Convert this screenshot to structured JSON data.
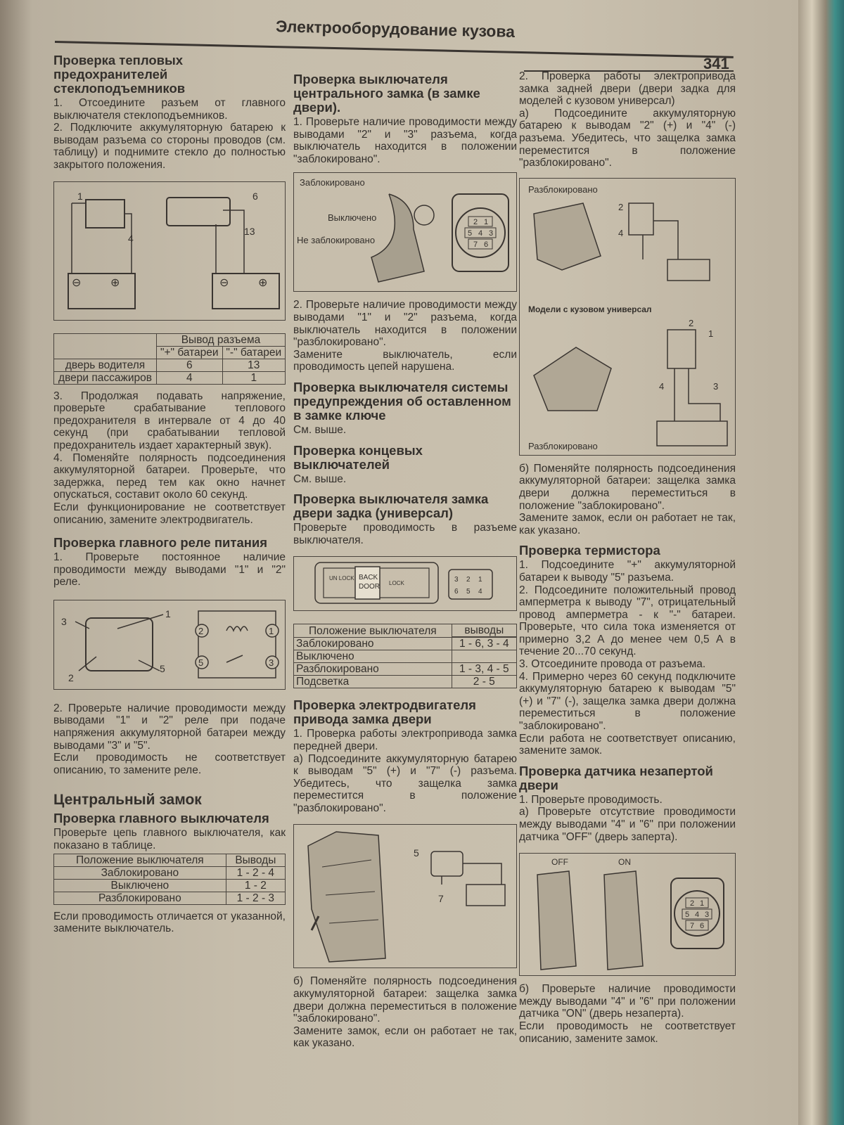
{
  "header": {
    "title": "Электрооборудование кузова",
    "page": "341"
  },
  "col1": {
    "h1": "Проверка тепловых предохранителей стеклоподъемников",
    "p1": "1. Отсоедините разъем от главного выключателя стеклоподъемников.",
    "p2": "2. Подключите аккумуляторную батарею к выводам разъема со стороны проводов (см. таблицу) и поднимите стекло до полностью закрытого положения.",
    "fig1": {
      "l1": "1",
      "l4": "4",
      "l6": "6",
      "l13": "13",
      "minus": "⊖",
      "plus": "⊕"
    },
    "table1": {
      "head": "Вывод разъема",
      "plus": "\"+\" батареи",
      "minus": "\"-\" батареи",
      "rows": [
        [
          "дверь водителя",
          "6",
          "13"
        ],
        [
          "двери пассажиров",
          "4",
          "1"
        ]
      ]
    },
    "p3": "3. Продолжая подавать напряжение, проверьте срабатывание теплового предохранителя в интервале от 4 до 40 секунд (при срабатывании тепловой предохранитель издает характерный звук).",
    "p4": "4. Поменяйте полярность подсоединения аккумуляторной батареи. Проверьте, что задержка, перед тем как окно начнет опускаться, составит около 60 секунд.",
    "p5": "Если функционирование не соответствует описанию, замените электродвигатель.",
    "h2": "Проверка главного реле питания",
    "p6": "1. Проверьте постоянное наличие проводимости между выводами \"1\" и \"2\" реле.",
    "fig2": {
      "a": "1",
      "b": "2",
      "c": "3",
      "d": "5"
    },
    "p7": "2. Проверьте наличие проводимости между выводами \"1\" и \"2\" реле при подаче напряжения аккумуляторной батареи между выводами \"3\" и \"5\".",
    "p8": "Если проводимость не соответствует описанию, то замените реле.",
    "section": "Центральный замок",
    "h3": "Проверка главного выключателя",
    "p9": "Проверьте цепь главного выключателя, как показано в таблице.",
    "table2": {
      "h1": "Положение выключателя",
      "h2": "Выводы",
      "rows": [
        [
          "Заблокировано",
          "1 - 2 - 4"
        ],
        [
          "Выключено",
          "1 - 2"
        ],
        [
          "Разблокировано",
          "1 - 2 - 3"
        ]
      ]
    },
    "p10": "Если проводимость отличается от указанной, замените выключатель."
  },
  "col2": {
    "h1": "Проверка выключателя центрального замка (в замке двери).",
    "p1": "1. Проверьте наличие проводимости между выводами \"2\" и \"3\" разъема, когда выключатель находится в положении \"заблокировано\".",
    "fig1": {
      "locked": "Заблокировано",
      "off": "Выключено",
      "unlocked": "Не заблокировано",
      "pins": [
        "2",
        "1",
        "5",
        "4",
        "3",
        "7",
        "6"
      ]
    },
    "p2": "2. Проверьте наличие проводимости между выводами \"1\" и \"2\" разъема, когда выключатель находится в положении \"разблокировано\".",
    "p3": "Замените выключатель, если проводимость цепей нарушена.",
    "h2": "Проверка выключателя системы предупреждения об оставленном в замке ключе",
    "p4": "См. выше.",
    "h3": "Проверка концевых выключателей",
    "p5": "См. выше.",
    "h4": "Проверка выключателя замка двери задка (универсал)",
    "p6": "Проверьте проводимость в разъеме выключателя.",
    "fig2": {
      "unlock": "UN LOCK",
      "back": "BACK",
      "door": "DOOR",
      "lock": "LOCK",
      "pins": [
        "3",
        "2",
        "1",
        "6",
        "5",
        "4"
      ]
    },
    "table": {
      "h1": "Положение выключателя",
      "h2": "выводы",
      "rows": [
        [
          "Заблокировано",
          "1 - 6, 3 - 4"
        ],
        [
          "Выключено",
          ""
        ],
        [
          "Разблокировано",
          "1 - 3, 4 - 5"
        ],
        [
          "Подсветка",
          "2 - 5"
        ]
      ]
    },
    "h5": "Проверка электродвигателя привода замка двери",
    "p7": "1. Проверка работы электропривода замка передней двери.",
    "p8": "а) Подсоедините аккумуляторную батарею к выводам \"5\" (+) и \"7\" (-) разъема. Убедитесь, что защелка замка переместится в положение \"разблокировано\".",
    "fig3": {
      "a": "5",
      "b": "7"
    },
    "p9": "б) Поменяйте полярность подсоединения аккумуляторной батареи: защелка замка двери должна переместиться в положение \"заблокировано\".",
    "p10": "Замените замок, если он работает не так, как указано."
  },
  "col3": {
    "p1": "2. Проверка работы электропривода замка задней двери (двери задка для моделей с кузовом универсал)",
    "p2": "а) Подсоедините аккумуляторную батарею к выводам \"2\" (+) и \"4\" (-) разъема. Убедитесь, что защелка замка переместится в положение \"разблокировано\".",
    "fig1": {
      "unlocked": "Разблокировано",
      "a": "2",
      "b": "4",
      "caption": "Модели с кузовом универсал",
      "c": "2",
      "d": "1",
      "e": "4",
      "f": "3",
      "unlocked2": "Разблокировано"
    },
    "p3": "б) Поменяйте полярность подсоединения аккумуляторной батареи: защелка замка двери должна переместиться в положение \"заблокировано\".",
    "p4": "Замените замок, если он работает не так, как указано.",
    "h1": "Проверка термистора",
    "p5": "1. Подсоедините \"+\" аккумуляторной батареи к выводу \"5\" разъема.",
    "p6": "2. Подсоедините положительный провод амперметра к выводу \"7\", отрицательный провод амперметра - к \"-\" батареи. Проверьте, что сила тока изменяется от примерно 3,2 А до менее чем 0,5 А в течение 20...70 секунд.",
    "p7": "3. Отсоедините провода от разъема.",
    "p8": "4. Примерно через 60 секунд подключите аккумуляторную батарею к выводам \"5\" (+) и \"7\" (-), защелка замка двери должна переместиться в положение \"заблокировано\".",
    "p9": "Если работа не соответствует описанию, замените замок.",
    "h2": "Проверка датчика незапертой двери",
    "p10": "1. Проверьте проводимость.",
    "p11": "а) Проверьте отсутствие проводимости между выводами \"4\" и \"6\" при положении датчика \"OFF\" (дверь заперта).",
    "fig2": {
      "off": "OFF",
      "on": "ON",
      "pins": [
        "2",
        "1",
        "5",
        "4",
        "3",
        "7",
        "6"
      ]
    },
    "p12": "б) Проверьте наличие проводимости между выводами \"4\" и \"6\" при положении датчика \"ON\" (дверь незаперта).",
    "p13": "Если проводимость не соответствует описанию, замените замок."
  }
}
